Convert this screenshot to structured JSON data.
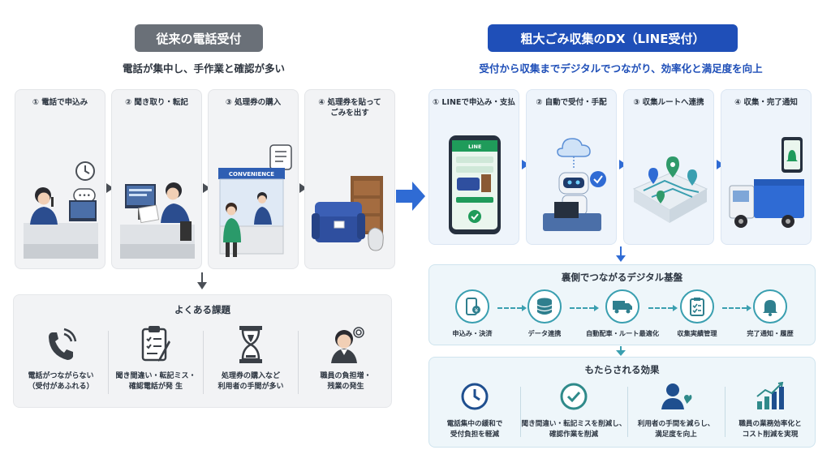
{
  "left": {
    "title": "従来の電話受付",
    "subtitle": "電話が集中し、手作業と確認が多い",
    "steps": [
      {
        "label": "① 電話で申込み"
      },
      {
        "label": "② 聞き取り・転記"
      },
      {
        "label": "③ 処理券の購入"
      },
      {
        "label": "④ 処理券を貼って\nごみを出す"
      }
    ],
    "store_sign": "CONVENIENCE",
    "problems_title": "よくある課題",
    "problems": [
      {
        "text": "電話がつながらない\n（受付があふれる）",
        "icon": "phone-icon"
      },
      {
        "text": "聞き間違い・転記ミス・\n確認電話が発 生",
        "icon": "clipboard-icon"
      },
      {
        "text": "処理券の購入など\n利用者の手間が多い",
        "icon": "hourglass-icon"
      },
      {
        "text": "職員の負担増・\n残業の発生",
        "icon": "stressed-staff-icon"
      }
    ]
  },
  "right": {
    "title": "粗大ごみ収集のDX（LINE受付）",
    "subtitle": "受付から収集までデジタルでつながり、効率化と満足度を向上",
    "steps": [
      {
        "label": "① LINEで申込み・支払"
      },
      {
        "label": "② 自動で受付・手配"
      },
      {
        "label": "③ 収集ルートへ連携"
      },
      {
        "label": "④ 収集・完了通知"
      }
    ],
    "phone_app_name": "LINE",
    "platform_title": "裏側でつながるデジタル基盤",
    "platform_nodes": [
      {
        "label": "申込み・決済",
        "icon": "payment-phone-icon"
      },
      {
        "label": "データ連携",
        "icon": "database-icon"
      },
      {
        "label": "自動配車・ルート最適化",
        "icon": "truck-icon"
      },
      {
        "label": "収集実績管理",
        "icon": "checklist-icon"
      },
      {
        "label": "完了通知・履歴",
        "icon": "bell-icon"
      }
    ],
    "effects_title": "もたらされる効果",
    "effects": [
      {
        "text": "電話集中の緩和で\n受付負担を軽減",
        "icon": "clock-icon"
      },
      {
        "text": "聞き間違い・転記ミスを削減し、\n確認作業を削減",
        "icon": "check-circle-icon"
      },
      {
        "text": "利用者の手間を減らし、\n満足度を向上",
        "icon": "user-heart-icon"
      },
      {
        "text": "職員の業務効率化と\nコスト削減を実現",
        "icon": "growth-chart-icon"
      }
    ]
  },
  "colors": {
    "left_accent": "#6a7078",
    "right_accent": "#1f4fb8",
    "teal": "#3a9fb0",
    "line_green": "#1f9b5a"
  }
}
